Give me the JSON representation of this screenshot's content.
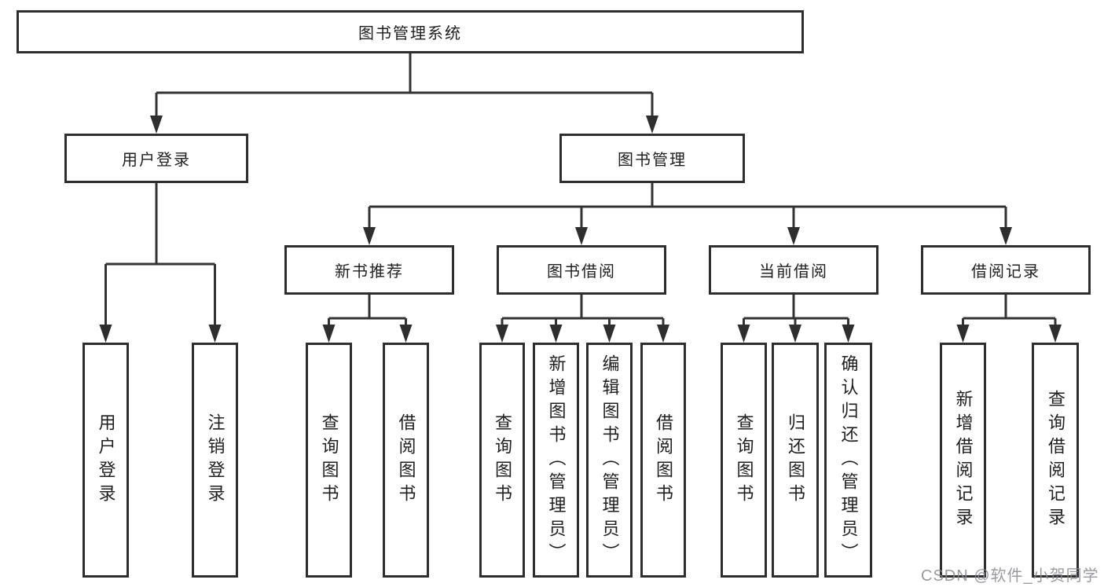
{
  "diagram": {
    "root": {
      "label": "图书管理系统"
    },
    "branches": [
      {
        "label": "用户登录",
        "children": [
          {
            "label": "用户登录"
          },
          {
            "label": "注销登录"
          }
        ]
      },
      {
        "label": "图书管理",
        "children": [
          {
            "label": "新书推荐",
            "children": [
              {
                "label": "查询图书"
              },
              {
                "label": "借阅图书"
              }
            ]
          },
          {
            "label": "图书借阅",
            "children": [
              {
                "label": "查询图书"
              },
              {
                "label": "新增图书（管理员）"
              },
              {
                "label": "编辑图书（管理员）"
              },
              {
                "label": "借阅图书"
              }
            ]
          },
          {
            "label": "当前借阅",
            "children": [
              {
                "label": "查询图书"
              },
              {
                "label": "归还图书"
              },
              {
                "label": "确认归还（管理员）"
              }
            ]
          },
          {
            "label": "借阅记录",
            "children": [
              {
                "label": "新增借阅记录"
              },
              {
                "label": "查询借阅记录"
              }
            ]
          }
        ]
      }
    ]
  },
  "watermark": {
    "text": "CSDN @软件_小贺同学"
  },
  "colors": {
    "line": "#333333",
    "box_border": "#2e2e2e",
    "text": "#1f1f1f",
    "background": "#ffffff",
    "watermark": "#878a8e"
  }
}
